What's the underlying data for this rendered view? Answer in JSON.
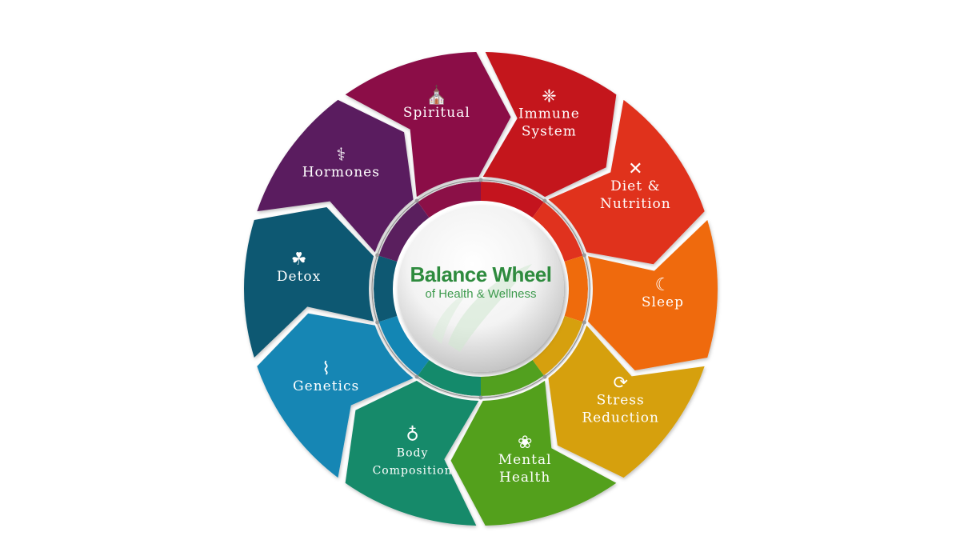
{
  "center": {
    "title": "Balance Wheel",
    "subtitle": "of Health & Wellness"
  },
  "segments": [
    {
      "lines": [
        "Spiritual"
      ],
      "color": "#8b1047",
      "icon": "church-icon"
    },
    {
      "lines": [
        "Immune",
        "System"
      ],
      "color": "#c4141e",
      "icon": "virus-icon"
    },
    {
      "lines": [
        "Diet &",
        "Nutrition"
      ],
      "color": "#e0321e",
      "icon": "fork-knife-icon"
    },
    {
      "lines": [
        "Sleep"
      ],
      "color": "#ef6b0c",
      "icon": "moon-stars-icon"
    },
    {
      "lines": [
        "Stress",
        "Reduction"
      ],
      "color": "#d6a00e",
      "icon": "stress-cycle-icon"
    },
    {
      "lines": [
        "Mental",
        "Health"
      ],
      "color": "#52a01f",
      "icon": "brain-head-icon"
    },
    {
      "lines": [
        "Body",
        "Composition"
      ],
      "color": "#148a6b",
      "icon": "person-icon"
    },
    {
      "lines": [
        "Genetics"
      ],
      "color": "#1386b4",
      "icon": "dna-icon"
    },
    {
      "lines": [
        "Detox"
      ],
      "color": "#0e5872",
      "icon": "leaf-icon"
    },
    {
      "lines": [
        "Hormones"
      ],
      "color": "#5a1f5e",
      "icon": "syringe-icon"
    }
  ]
}
